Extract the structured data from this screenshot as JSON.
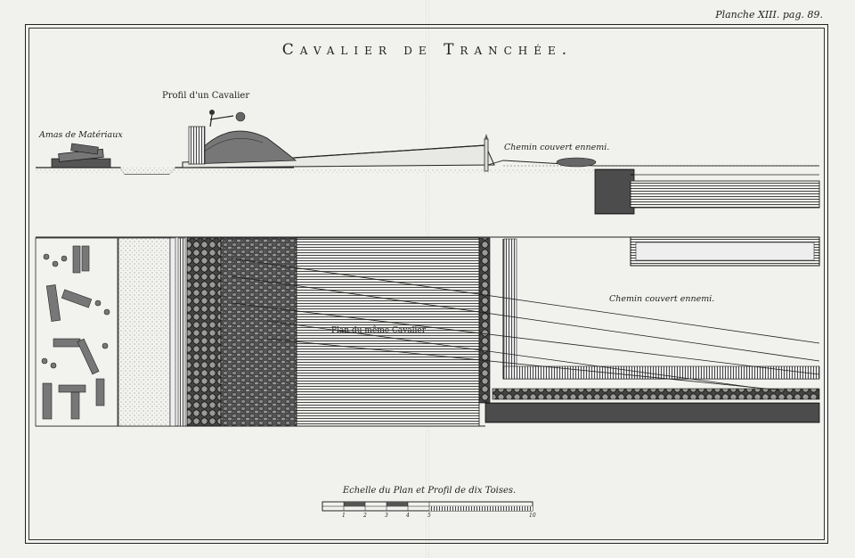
{
  "plate_reference": "Planche XIII. pag. 89.",
  "title": "Cavalier de Tranchée.",
  "profile": {
    "label_materials": "Amas de Matériaux",
    "label_cavalier": "Profil d'un Cavalier",
    "label_covered_way": "Chemin couvert ennemi."
  },
  "plan": {
    "label_cavalier": "Plan du même Cavalier",
    "label_covered_way": "Chemin couvert ennemi."
  },
  "scale": {
    "title": "Echelle du Plan et Profil de dix Toises.",
    "ticks": [
      "1",
      "2",
      "3",
      "4",
      "5",
      "10"
    ]
  }
}
